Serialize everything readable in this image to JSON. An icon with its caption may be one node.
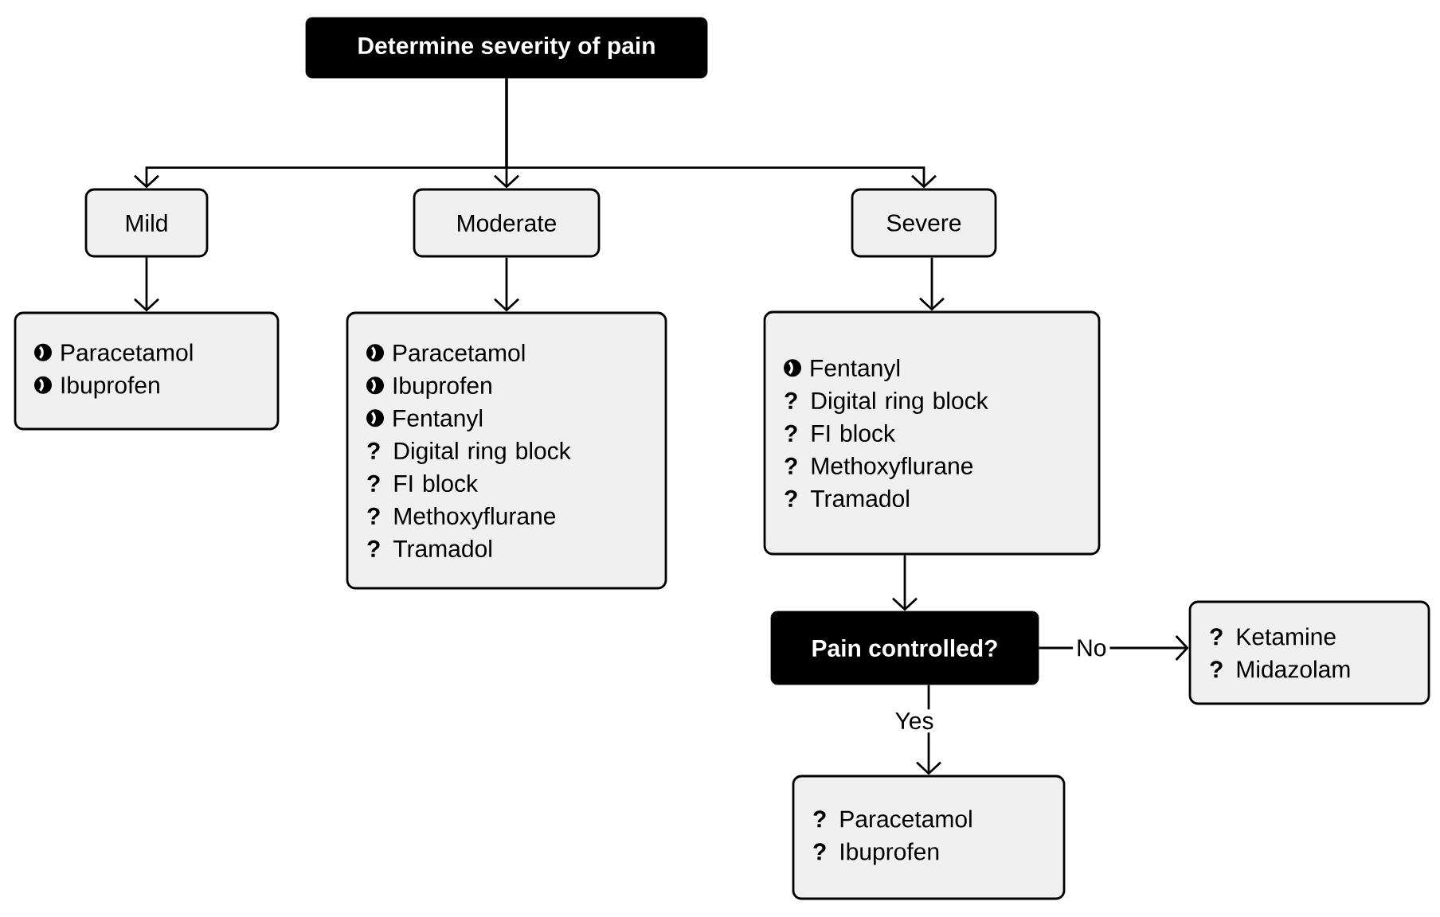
{
  "diagram": {
    "nodes": [
      {
        "text": [
          "Determine severity of pain"
        ]
      },
      {
        "text": [
          "Mild"
        ]
      },
      {
        "text": [
          "Moderate"
        ]
      },
      {
        "text": [
          "Severe"
        ]
      },
      {
        "text": [
          "Paracetamol",
          "Ibuprofen"
        ]
      },
      {
        "text": [
          "Paracetamol",
          "Ibuprofen",
          "Fentanyl",
          "**?** Digital ring block",
          "**?** FI block",
          "**?** Methoxyflurane",
          "**?** Tramadol"
        ]
      },
      {
        "text": [
          "Fentanyl",
          "**?** Digital ring block",
          "**?** FI block",
          "**?** Methoxyflurane",
          "**?** Tramadol"
        ]
      },
      {
        "text": [
          "Pain controlled?"
        ]
      },
      {
        "text": [
          "**?** Ketamine",
          "**?** Midazolam"
        ]
      },
      {
        "text": [
          "**?** Paracetamol",
          "**?** Ibuprofen"
        ]
      }
    ],
    "edges": [
      {
        "from": 0,
        "to": 1,
        "arrow": "to"
      },
      {
        "from": 0,
        "to": 2,
        "arrow": "to"
      },
      {
        "from": 0,
        "to": 3,
        "arrow": "to"
      },
      {
        "from": 1,
        "to": 4,
        "arrow": "to"
      },
      {
        "from": 2,
        "to": 5,
        "arrow": "to"
      },
      {
        "from": 3,
        "to": 6,
        "arrow": "to"
      },
      {
        "from": 6,
        "to": 7,
        "arrow": "to"
      },
      {
        "from": 7,
        "to": 8,
        "arrow": "to",
        "label": "No"
      },
      {
        "from": 7,
        "to": 9,
        "arrow": "to",
        "label": "Yes"
      }
    ]
  }
}
